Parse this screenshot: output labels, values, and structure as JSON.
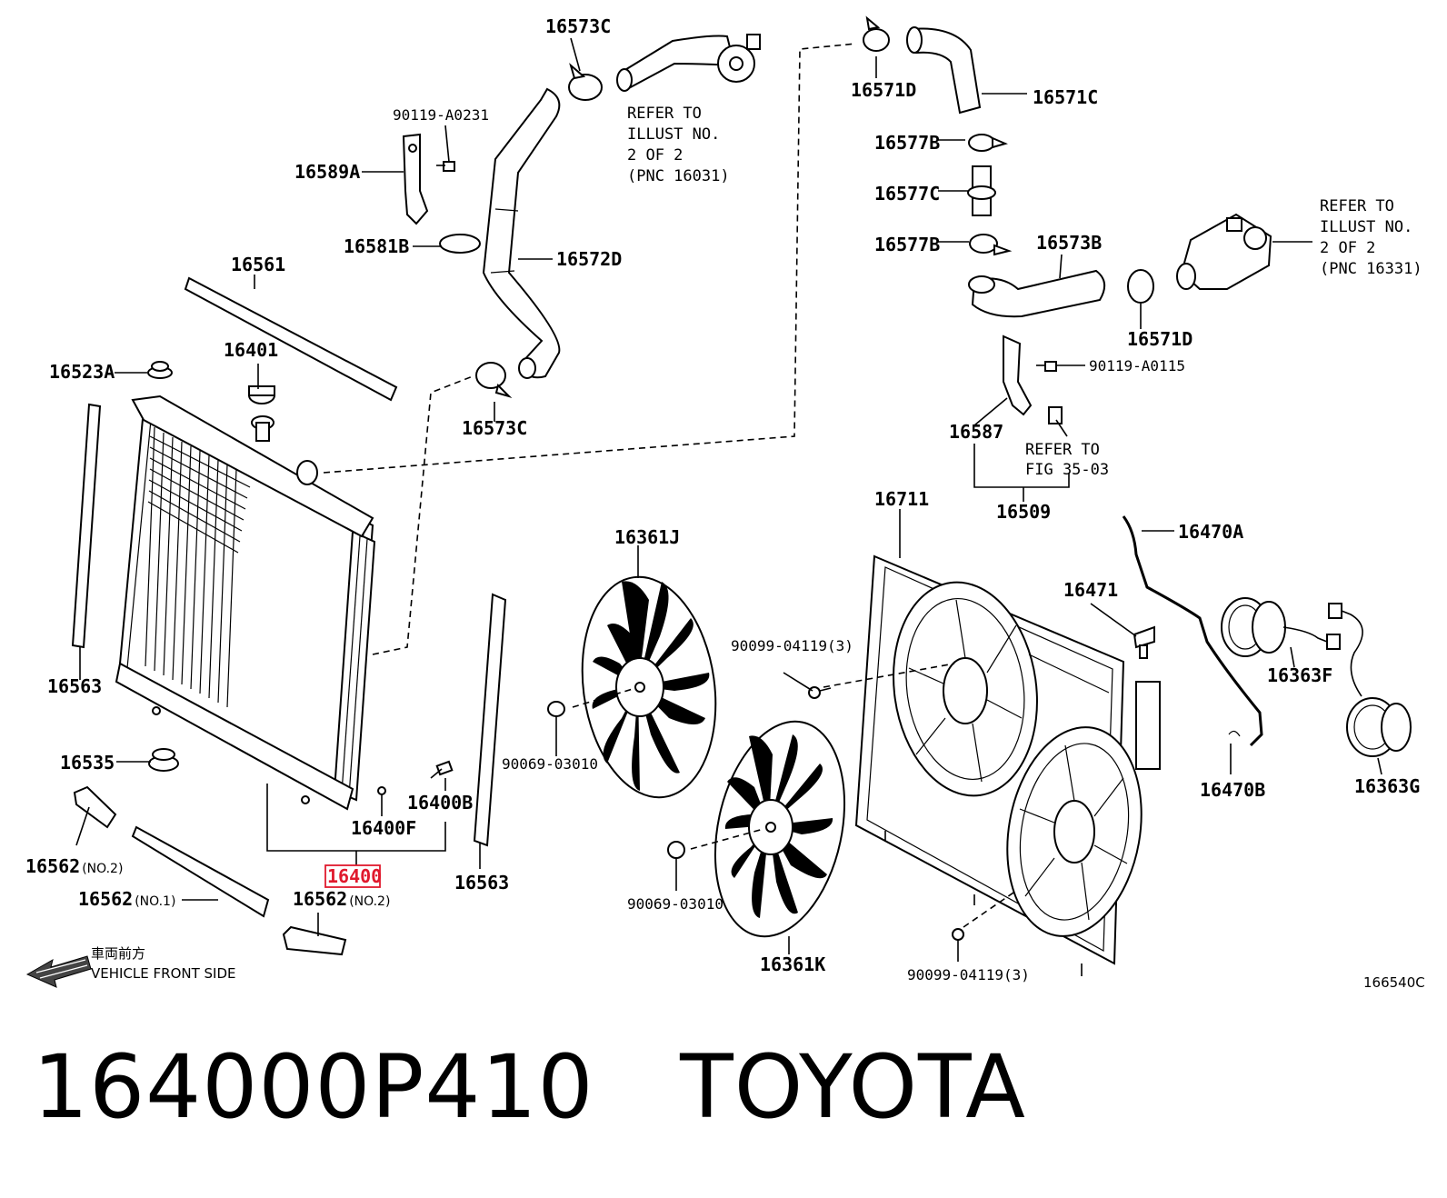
{
  "labels": {
    "l16573c_top": "16573C",
    "l90119a0231": "90119-A0231",
    "l16589a": "16589A",
    "l16581b": "16581B",
    "l16572d": "16572D",
    "l16561": "16561",
    "l16523a": "16523A",
    "l16401": "16401",
    "l16573c_mid": "16573C",
    "l16563_left": "16563",
    "l16535": "16535",
    "l16400f": "16400F",
    "l16400b": "16400B",
    "l16400": "16400",
    "l16562_a": "16562",
    "l16562_a_suffix": "(NO.2)",
    "l16562_b": "16562",
    "l16562_b_suffix": "(NO.1)",
    "l16562_c": "16562",
    "l16562_c_suffix": "(NO.2)",
    "l16563_right": "16563",
    "l16361j": "16361J",
    "l90069_a": "90069-03010",
    "l90069_b": "90069-03010",
    "l16361k": "16361K",
    "l90099_a": "90099-04119(3)",
    "l90099_b": "90099-04119(3)",
    "l16711": "16711",
    "l16571d_top": "16571D",
    "l16571c": "16571C",
    "l16577b_a": "16577B",
    "l16577c": "16577C",
    "l16577b_b": "16577B",
    "l16573b": "16573B",
    "l16571d_mid": "16571D",
    "l90119a0115": "90119-A0115",
    "l16587": "16587",
    "l16509": "16509",
    "l16470a": "16470A",
    "l16471": "16471",
    "l16363f": "16363F",
    "l16470b": "16470B",
    "l16363g": "16363G"
  },
  "notes": {
    "refer1": [
      "REFER TO",
      "ILLUST NO.",
      "2 OF 2",
      "(PNC 16031)"
    ],
    "refer2": [
      "REFER TO",
      "ILLUST NO.",
      "2 OF 2",
      "(PNC 16331)"
    ],
    "refer3": [
      "REFER TO",
      "FIG 35-03"
    ]
  },
  "front": {
    "jp": "車両前方",
    "en": "VEHICLE FRONT SIDE"
  },
  "illust_code": "166540C",
  "footer": {
    "part_number": "164000P410",
    "brand": "TOYOTA"
  },
  "colors": {
    "highlight": "#e0192d",
    "ink": "#000000"
  }
}
